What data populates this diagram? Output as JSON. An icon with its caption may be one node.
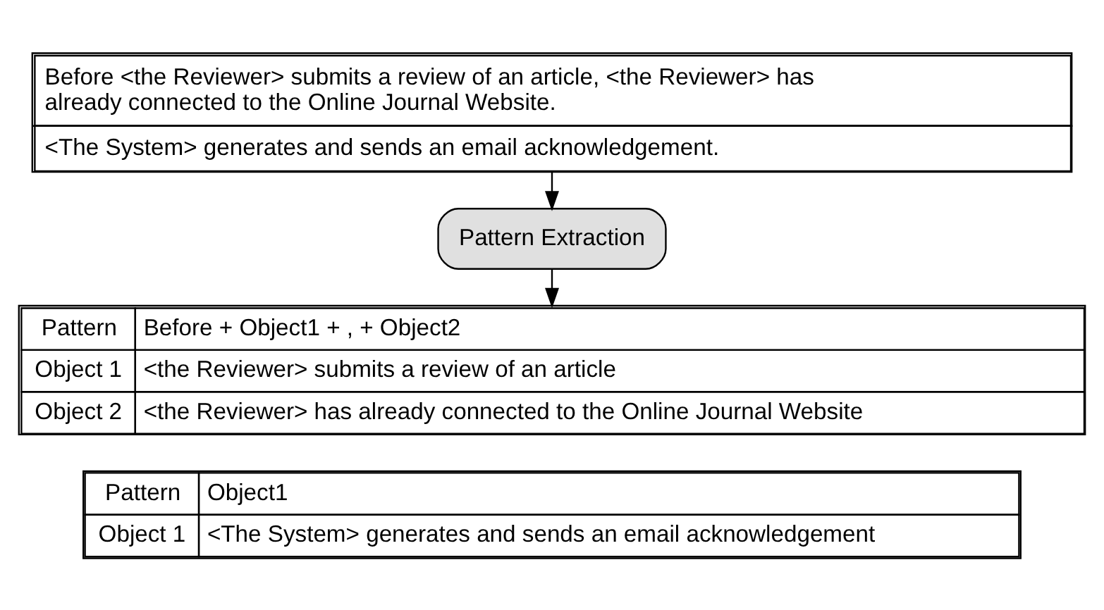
{
  "diagram": {
    "nodes": [
      {
        "text": [
          "Before <the Reviewer> submits a review of an article, <the Reviewer> has already connected to the Online Journal Website.",
          "<The System> generates and sends an email acknowledgement."
        ]
      },
      {
        "text": [
          "Pattern Extraction"
        ]
      },
      {
        "text": [
          "Pattern",
          "Before + Object1 + , + Object2",
          "Object 1",
          "<the Reviewer> submits a review of an article",
          "Object 2",
          "<the Reviewer> has already connected to the Online Journal Website"
        ]
      },
      {
        "text": [
          "Pattern",
          "Object1",
          "Object 1",
          "<The System> generates and sends an email acknowledgement"
        ]
      }
    ],
    "edges": [
      {
        "from": 0,
        "to": 1,
        "arrow": "to"
      },
      {
        "from": 1,
        "to": 2,
        "arrow": "to"
      }
    ]
  }
}
